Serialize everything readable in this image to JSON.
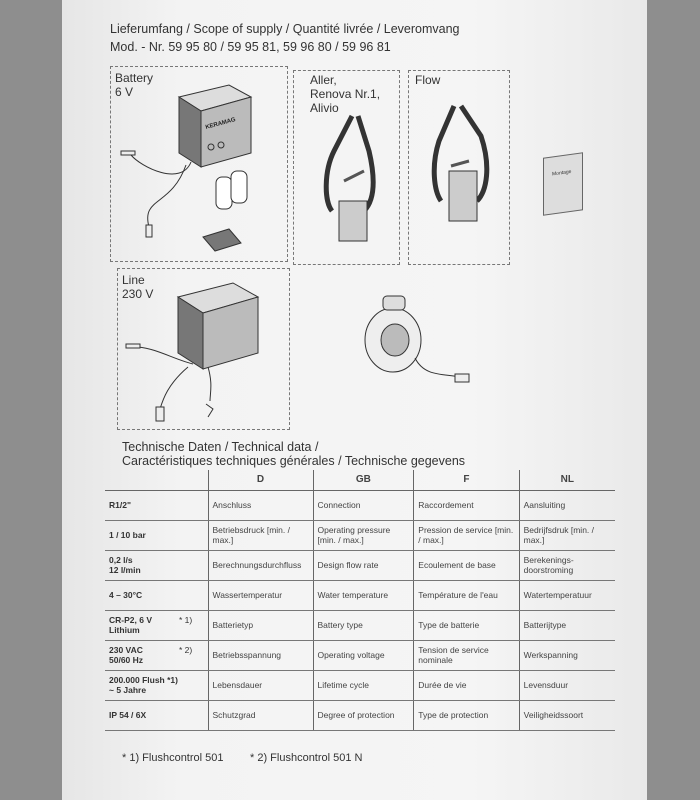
{
  "header": {
    "line1": "Lieferumfang / Scope of supply / Quantité livrée / Leveromvang",
    "line2": "Mod. - Nr. 59 95 80 / 59 95 81, 59 96 80 / 59 96 81"
  },
  "figures": {
    "battery": {
      "line1": "Battery",
      "line2": "6 V"
    },
    "aller": {
      "line1": "Aller,",
      "line2": "Renova Nr.1,",
      "line3": "Alivio"
    },
    "flow": {
      "label": "Flow"
    },
    "line": {
      "line1": "Line",
      "line2": "230 V"
    },
    "booklet": {
      "label": "Montage"
    },
    "brand": "KERAMAG"
  },
  "section": {
    "line1": "Technische Daten / Technical data /",
    "line2": "Caractéristiques techniques générales / Technische gegevens"
  },
  "table": {
    "headers": [
      "",
      "D",
      "GB",
      "F",
      "NL"
    ],
    "rows": [
      {
        "spec": "R1/2\"",
        "note": "",
        "d": "Anschluss",
        "gb": "Connection",
        "f": "Raccordement",
        "nl": "Aansluiting"
      },
      {
        "spec": "1 / 10 bar",
        "note": "",
        "d": "Betriebsdruck [min. / max.]",
        "gb": "Operating pressure [min. / max.]",
        "f": "Pression de service [min. / max.]",
        "nl": "Bedrijfsdruk [min. / max.]"
      },
      {
        "spec": "0,2 l/s",
        "spec2": "12 l/min",
        "note": "",
        "d": "Berechnungsdurchfluss",
        "gb": "Design flow rate",
        "f": "Ecoulement de base",
        "nl": "Berekenings-doorstroming"
      },
      {
        "spec": "4 – 30°C",
        "note": "",
        "d": "Wassertemperatur",
        "gb": "Water temperature",
        "f": "Température de l'eau",
        "nl": "Watertemperatuur"
      },
      {
        "spec": "CR-P2, 6 V",
        "spec2": "Lithium",
        "note": "* 1)",
        "d": "Batterietyp",
        "gb": "Battery type",
        "f": "Type de batterie",
        "nl": "Batterijtype"
      },
      {
        "spec": "230 VAC",
        "spec2": "50/60 Hz",
        "note": "* 2)",
        "d": "Betriebsspannung",
        "gb": "Operating voltage",
        "f": "Tension de service nominale",
        "nl": "Werkspanning"
      },
      {
        "spec": "200.000 Flush *1)",
        "spec2": "~ 5 Jahre",
        "note": "",
        "d": "Lebensdauer",
        "gb": "Lifetime cycle",
        "f": "Durée de vie",
        "nl": "Levensduur"
      },
      {
        "spec": "IP 54 / 6X",
        "note": "",
        "d": "Schutzgrad",
        "gb": "Degree of protection",
        "f": "Type de protection",
        "nl": "Veiligheidssoort"
      }
    ]
  },
  "footnotes": {
    "fn1": "* 1) Flushcontrol 501",
    "fn2": "* 2) Flushcontrol 501 N"
  }
}
